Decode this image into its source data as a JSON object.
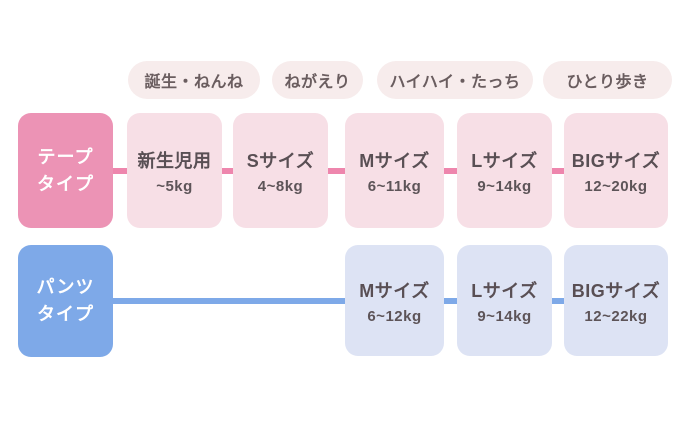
{
  "colors": {
    "tape_accent": "#ec93b5",
    "tape_line": "#ee86ad",
    "tape_box_bg": "#f7dfe6",
    "pants_accent": "#7ea9e8",
    "pants_box_bg": "#dde3f4",
    "pill_bg": "#f7ecec",
    "pill_text": "#6a5d5f",
    "box_text": "#594f54",
    "card_bg": "#ffffff"
  },
  "stages": [
    {
      "label": "誕生・ねんね"
    },
    {
      "label": "ねがえり"
    },
    {
      "label": "ハイハイ・たっち"
    },
    {
      "label": "ひとり歩き"
    }
  ],
  "rows": [
    {
      "id": "tape",
      "label_line1": "テープ",
      "label_line2": "タイプ",
      "items": [
        {
          "name": "新生児用",
          "weight": "~5kg"
        },
        {
          "name": "Sサイズ",
          "weight": "4~8kg"
        },
        {
          "name": "Mサイズ",
          "weight": "6~11kg"
        },
        {
          "name": "Lサイズ",
          "weight": "9~14kg"
        },
        {
          "name": "BIGサイズ",
          "weight": "12~20kg"
        }
      ]
    },
    {
      "id": "pants",
      "label_line1": "パンツ",
      "label_line2": "タイプ",
      "items": [
        {
          "name": "Mサイズ",
          "weight": "6~12kg"
        },
        {
          "name": "Lサイズ",
          "weight": "9~14kg"
        },
        {
          "name": "BIGサイズ",
          "weight": "12~22kg"
        }
      ]
    }
  ]
}
